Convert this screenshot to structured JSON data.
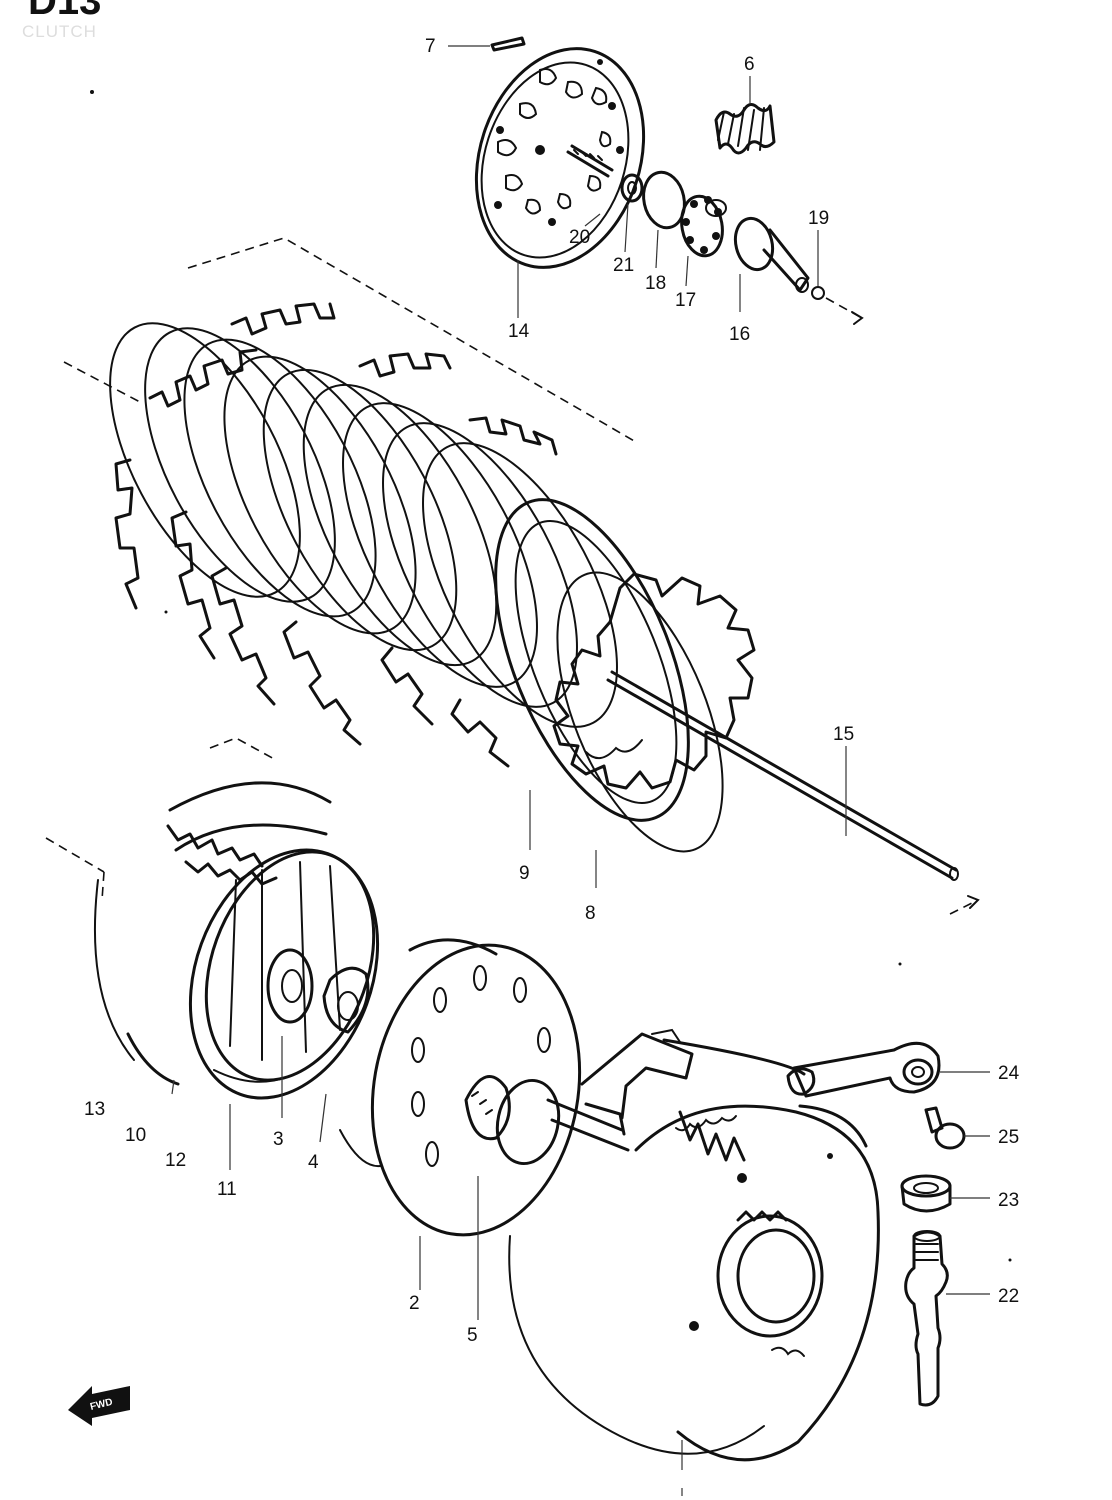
{
  "header": {
    "code": "D13",
    "section": "CLUTCH"
  },
  "labels": {
    "p7": "7",
    "p6": "6",
    "p20": "20",
    "p21": "21",
    "p18": "18",
    "p17": "17",
    "p19": "19",
    "p16": "16",
    "p14": "14",
    "p15": "15",
    "p9": "9",
    "p8": "8",
    "p13": "13",
    "p10": "10",
    "p12": "12",
    "p11": "11",
    "p3": "3",
    "p4": "4",
    "p2": "2",
    "p5": "5",
    "p24": "24",
    "p25": "25",
    "p23": "23",
    "p22": "22"
  },
  "forward_marker": "FWD"
}
